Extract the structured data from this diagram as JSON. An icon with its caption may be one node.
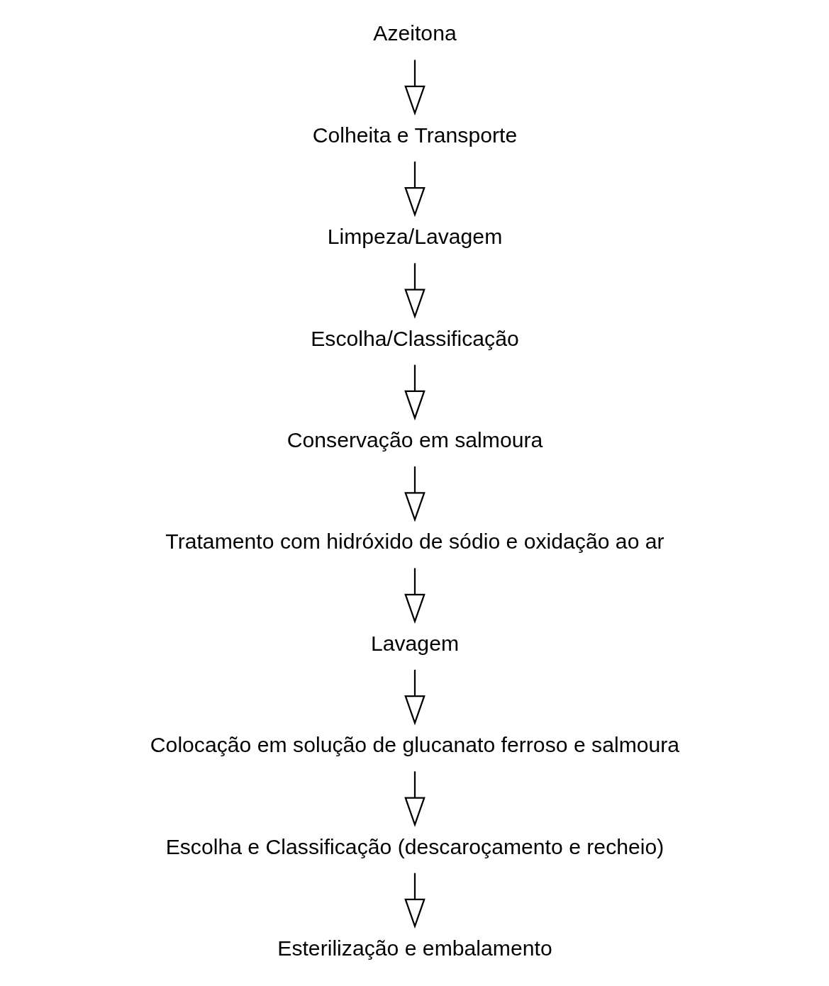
{
  "diagram": {
    "nodes": [
      {
        "text": [
          "Azeitona"
        ]
      },
      {
        "text": [
          "Colheita e Transporte"
        ]
      },
      {
        "text": [
          "Limpeza/Lavagem"
        ]
      },
      {
        "text": [
          "Escolha/Classificação"
        ]
      },
      {
        "text": [
          "Conservação em salmoura"
        ]
      },
      {
        "text": [
          "Tratamento com hidróxido de sódio e oxidação ao ar"
        ]
      },
      {
        "text": [
          "Lavagem"
        ]
      },
      {
        "text": [
          "Colocação em solução de glucanato ferroso e salmoura"
        ]
      },
      {
        "text": [
          "Escolha e Classificação (descaroçamento e recheio)"
        ]
      },
      {
        "text": [
          "Esterilização e embalamento"
        ]
      }
    ],
    "edges": [
      {
        "from": 0,
        "to": 1,
        "arrow": "to"
      },
      {
        "from": 1,
        "to": 2,
        "arrow": "to"
      },
      {
        "from": 2,
        "to": 3,
        "arrow": "to"
      },
      {
        "from": 3,
        "to": 4,
        "arrow": "to"
      },
      {
        "from": 4,
        "to": 5,
        "arrow": "to"
      },
      {
        "from": 5,
        "to": 6,
        "arrow": "to"
      },
      {
        "from": 6,
        "to": 7,
        "arrow": "to"
      },
      {
        "from": 7,
        "to": 8,
        "arrow": "to"
      },
      {
        "from": 8,
        "to": 9,
        "arrow": "to"
      }
    ]
  }
}
